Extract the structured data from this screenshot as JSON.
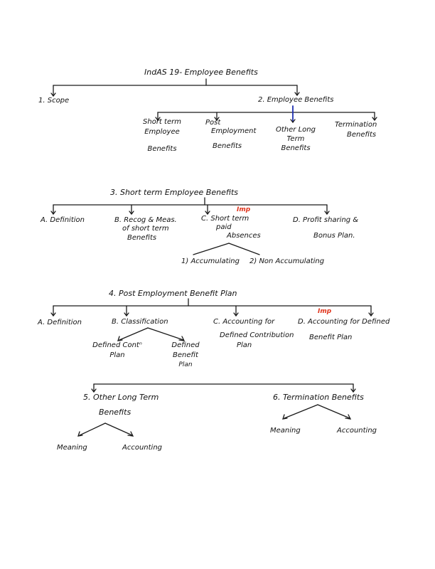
{
  "colors": {
    "ink": "#1a1a1a",
    "highlight": "#e0341c",
    "blue_mark": "#1f2fb0"
  },
  "root": {
    "title": "IndAS 19- Employee Benefits"
  },
  "top": {
    "scope": "1. Scope",
    "employee_benefits": "2. Employee Benefits",
    "types": [
      {
        "line1": "Short term",
        "line2": "Employee",
        "line3": "Benefits"
      },
      {
        "line1": "Post",
        "line2": "Employment",
        "line3": "Benefits"
      },
      {
        "line1": "Other Long",
        "line2": "Term",
        "line3": "Benefits"
      },
      {
        "line1": "Termination",
        "line2": "Benefits",
        "line3": ""
      }
    ]
  },
  "short_term": {
    "title": "3. Short term Employee Benefits",
    "a": "A. Definition",
    "b": {
      "line1": "B. Recog & Meas.",
      "line2": "of short term",
      "line3": "Benefits"
    },
    "c": {
      "imp": "Imp",
      "line1": "C. Short term",
      "line2": "paid",
      "line3": "Absences"
    },
    "d": {
      "line1": "D. Profit sharing &",
      "line2": "Bonus Plan."
    },
    "c_children": [
      "1) Accumulating",
      "2) Non Accumulating"
    ]
  },
  "post_employment": {
    "title": "4. Post Employment Benefit Plan",
    "a": "A. Definition",
    "b": "B. Classification",
    "b_children": [
      {
        "line1": "Defined Contⁿ",
        "line2": "Plan",
        "line3": ""
      },
      {
        "line1": "Defined",
        "line2": "Benefit",
        "line3": "Plan"
      }
    ],
    "c": {
      "line1": "C. Accounting for",
      "line2": "Defined Contribution",
      "line3": "Plan"
    },
    "d": {
      "imp": "Imp",
      "line1": "D. Accounting for Defined",
      "line2": "Benefit Plan"
    }
  },
  "other_long_term": {
    "title_line1": "5. Other Long Term",
    "title_line2": "Benefits",
    "children": [
      "Meaning",
      "Accounting"
    ]
  },
  "termination": {
    "title": "6. Termination Benefits",
    "children": [
      "Meaning",
      "Accounting"
    ]
  }
}
